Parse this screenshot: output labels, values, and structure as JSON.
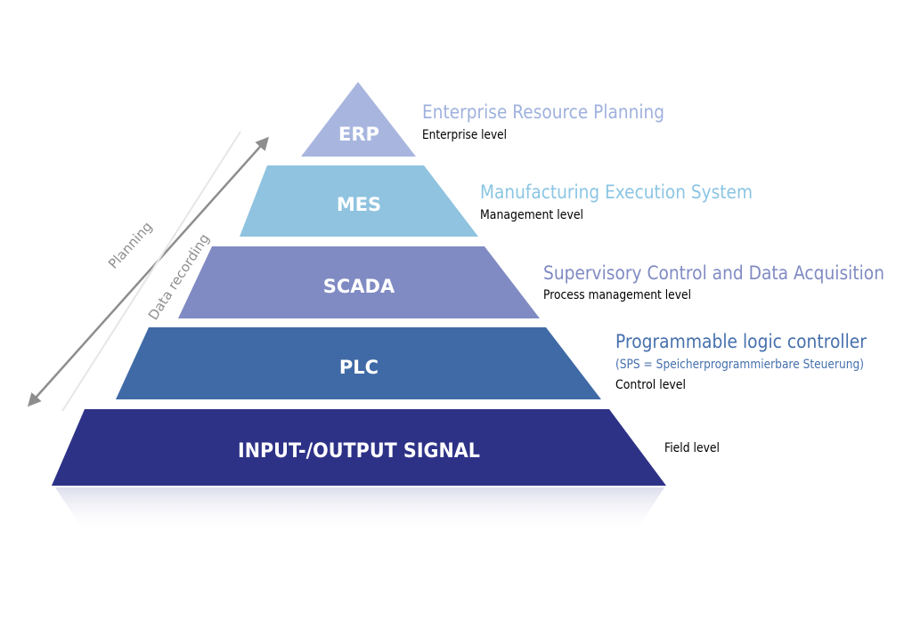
{
  "colors": {
    "erp": "#a8b6df",
    "mes": "#8fc3df",
    "scada": "#808bc3",
    "plc": "#406aa6",
    "io": "#2e3287",
    "title_light": "#9fb1dd",
    "title_cyan": "#8bc5e3",
    "title_blue": "#4670ad",
    "axis_gray": "#8e8e8e"
  },
  "tiers": [
    {
      "id": "erp",
      "label": "ERP",
      "title": "Enterprise Resource Planning",
      "subtitle": "Enterprise level"
    },
    {
      "id": "mes",
      "label": "MES",
      "title": "Manufacturing Execution System",
      "subtitle": "Management level"
    },
    {
      "id": "scada",
      "label": "SCADA",
      "title": "Supervisory Control and Data Acquisition",
      "subtitle": "Process management level"
    },
    {
      "id": "plc",
      "label": "PLC",
      "title": "Programmable logic controller",
      "note": "(SPS = Speicherprogrammierbare Steuerung)",
      "subtitle": "Control level"
    },
    {
      "id": "io",
      "label": "INPUT-/OUTPUT SIGNAL",
      "subtitle": "Field level"
    }
  ],
  "axes": {
    "planning": "Planning",
    "data_recording": "Data recording"
  }
}
